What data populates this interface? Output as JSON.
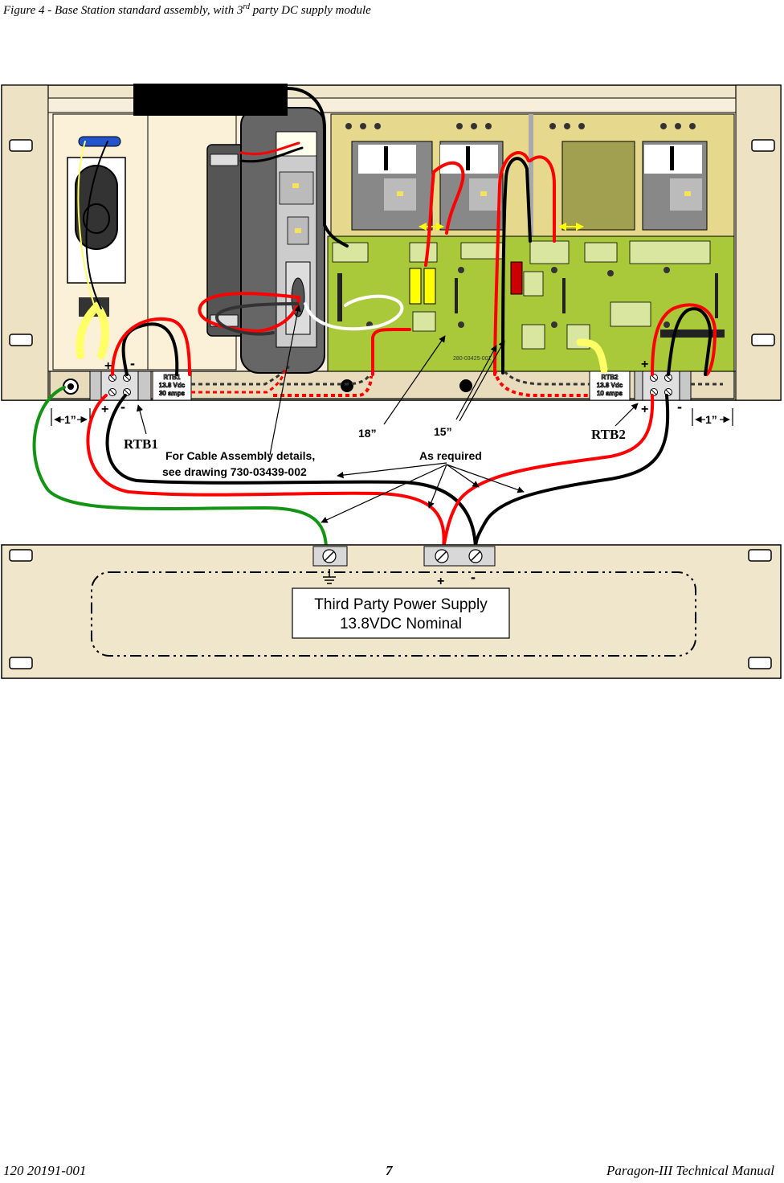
{
  "caption": {
    "prefix": "Figure 4 - Base Station standard assembly, with 3",
    "sup": "rd",
    "suffix": " party DC supply module"
  },
  "diagram": {
    "rtb1": {
      "label": "RTB1",
      "plate_name": "RTB1",
      "plate_voltage": "13.8 Vdc",
      "plate_current": "30 amps",
      "plus": "+",
      "minus": "-"
    },
    "rtb2": {
      "label": "RTB2",
      "plate_name": "RTB2",
      "plate_voltage": "13.8 Vdc",
      "plate_current": "10 amps",
      "plus": "+",
      "minus": "-"
    },
    "dim_left": "1”",
    "dim_right": "1”",
    "len_18": "18”",
    "len_15": "15”",
    "cable_note_line1": "For Cable Assembly details,",
    "cable_note_line2": "see drawing 730-03439-002",
    "as_required": "As required",
    "board_part": "280-03425-001",
    "psu_label_line1": "Third Party Power Supply",
    "psu_label_line2": "13.8VDC Nominal",
    "psu_plus": "+",
    "psu_minus": "-"
  },
  "footer": {
    "doc_number": "120 20191-001",
    "page": "7",
    "manual": "Paragon-III Technical Manual"
  },
  "colors": {
    "panel": "#efe6cc",
    "pcb": "#a9c93a",
    "wire_red": "#ff0000",
    "wire_black": "#000000",
    "wire_green": "#149414",
    "wire_yellow": "#ffff66"
  }
}
